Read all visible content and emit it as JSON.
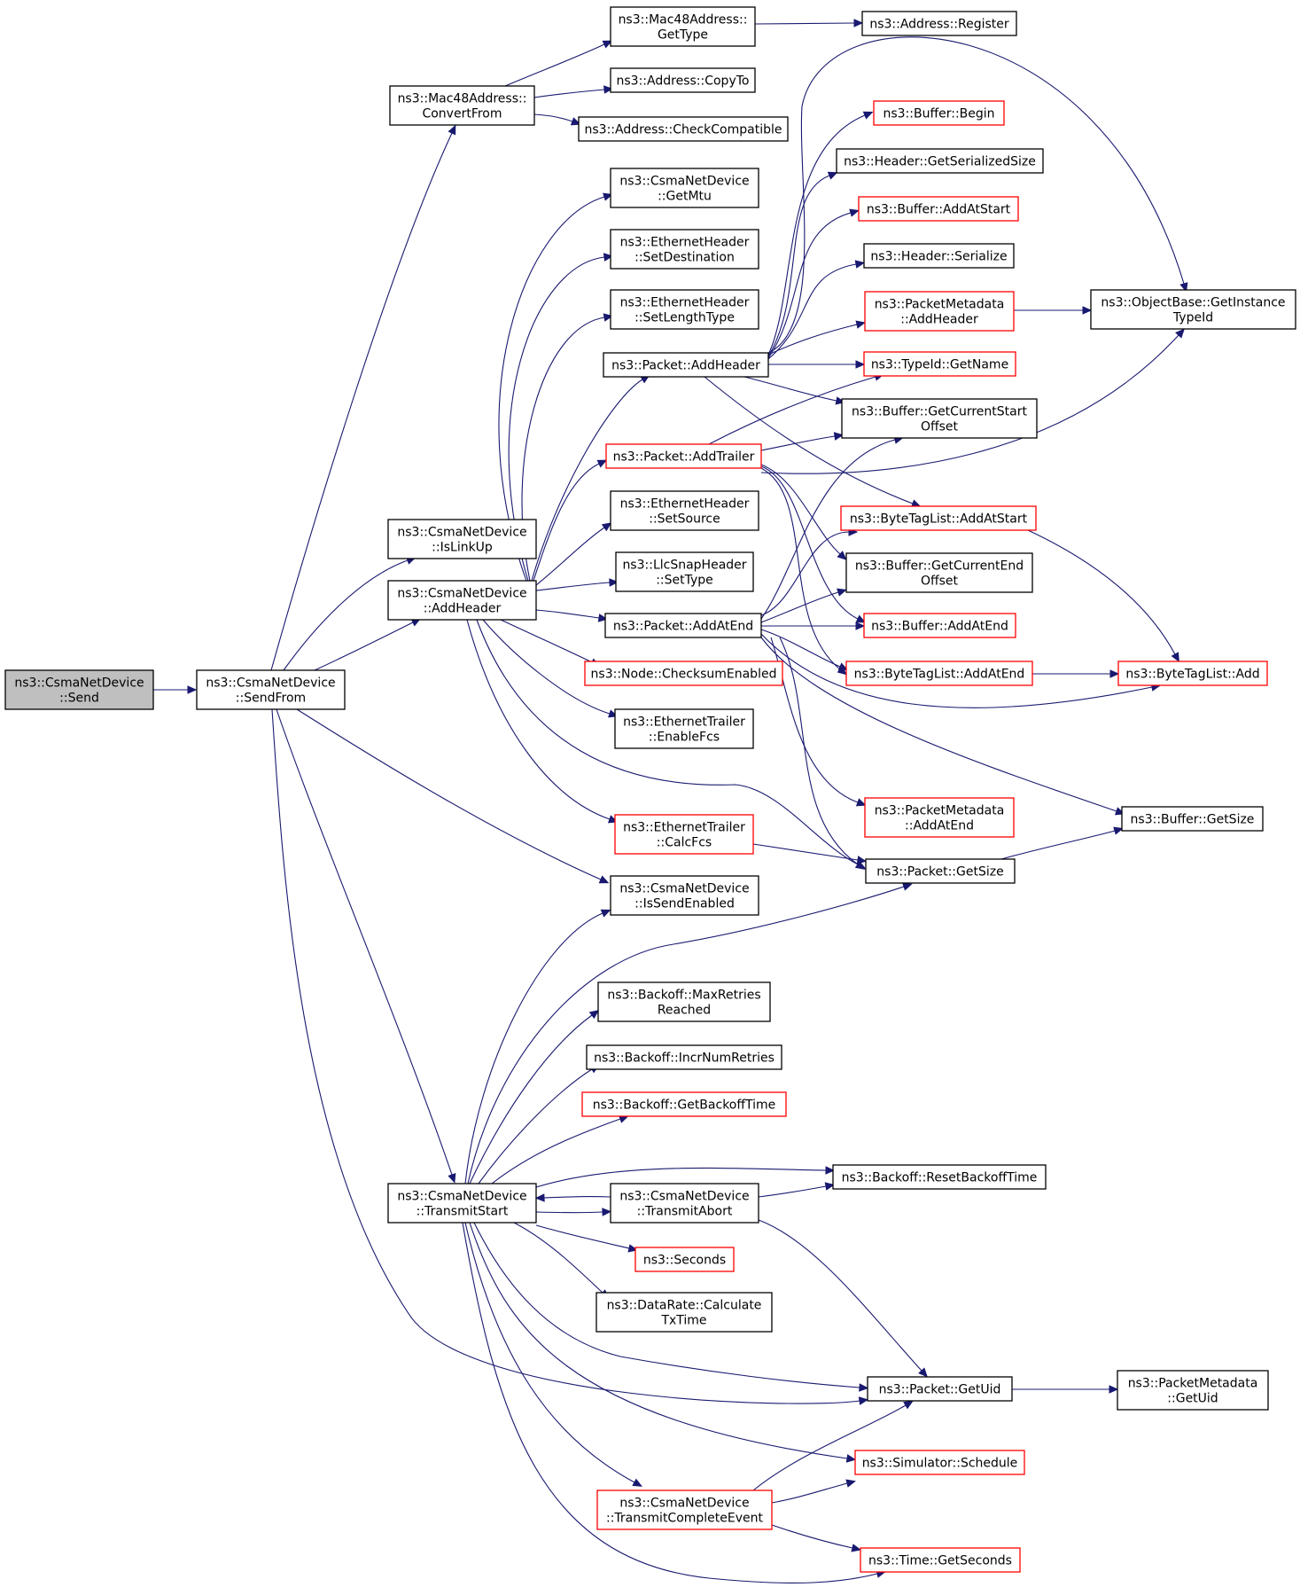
{
  "colors": {
    "edge": "#191970",
    "border_normal": "#000000",
    "border_truncated": "#ff0000",
    "fill_root": "#bfbfbf",
    "fill_normal": "#ffffff"
  },
  "nodes": [
    {
      "id": "n_send",
      "lines": [
        "ns3::CsmaNetDevice",
        "::Send"
      ],
      "style": "root"
    },
    {
      "id": "n_sendfrom",
      "lines": [
        "ns3::CsmaNetDevice",
        "::SendFrom"
      ],
      "style": "normal"
    },
    {
      "id": "n_m48convert",
      "lines": [
        "ns3::Mac48Address::",
        "ConvertFrom"
      ],
      "style": "normal"
    },
    {
      "id": "n_m48gettype",
      "lines": [
        "ns3::Mac48Address::",
        "GetType"
      ],
      "style": "normal"
    },
    {
      "id": "n_addrregister",
      "lines": [
        "ns3::Address::Register"
      ],
      "style": "normal"
    },
    {
      "id": "n_addrcopyto",
      "lines": [
        "ns3::Address::CopyTo"
      ],
      "style": "normal"
    },
    {
      "id": "n_addrcheck",
      "lines": [
        "ns3::Address::CheckCompatible"
      ],
      "style": "normal"
    },
    {
      "id": "n_getmtu",
      "lines": [
        "ns3::CsmaNetDevice",
        "::GetMtu"
      ],
      "style": "normal"
    },
    {
      "id": "n_ehsetdest",
      "lines": [
        "ns3::EthernetHeader",
        "::SetDestination"
      ],
      "style": "normal"
    },
    {
      "id": "n_ehsetlen",
      "lines": [
        "ns3::EthernetHeader",
        "::SetLengthType"
      ],
      "style": "normal"
    },
    {
      "id": "n_pktaddheader",
      "lines": [
        "ns3::Packet::AddHeader"
      ],
      "style": "normal"
    },
    {
      "id": "n_pktaddtrailer",
      "lines": [
        "ns3::Packet::AddTrailer"
      ],
      "style": "truncated"
    },
    {
      "id": "n_ehsetsource",
      "lines": [
        "ns3::EthernetHeader",
        "::SetSource"
      ],
      "style": "normal"
    },
    {
      "id": "n_llcsettype",
      "lines": [
        "ns3::LlcSnapHeader",
        "::SetType"
      ],
      "style": "normal"
    },
    {
      "id": "n_pktaddatend",
      "lines": [
        "ns3::Packet::AddAtEnd"
      ],
      "style": "normal"
    },
    {
      "id": "n_nodechecksum",
      "lines": [
        "ns3::Node::ChecksumEnabled"
      ],
      "style": "truncated"
    },
    {
      "id": "n_etenablefcs",
      "lines": [
        "ns3::EthernetTrailer",
        "::EnableFcs"
      ],
      "style": "normal"
    },
    {
      "id": "n_etcalcfcs",
      "lines": [
        "ns3::EthernetTrailer",
        "::CalcFcs"
      ],
      "style": "truncated"
    },
    {
      "id": "n_islinkup",
      "lines": [
        "ns3::CsmaNetDevice",
        "::IsLinkUp"
      ],
      "style": "normal"
    },
    {
      "id": "n_addheader",
      "lines": [
        "ns3::CsmaNetDevice",
        "::AddHeader"
      ],
      "style": "normal"
    },
    {
      "id": "n_issendenabled",
      "lines": [
        "ns3::CsmaNetDevice",
        "::IsSendEnabled"
      ],
      "style": "normal"
    },
    {
      "id": "n_bufbegin",
      "lines": [
        "ns3::Buffer::Begin"
      ],
      "style": "truncated"
    },
    {
      "id": "n_hdrgetsersize",
      "lines": [
        "ns3::Header::GetSerializedSize"
      ],
      "style": "normal"
    },
    {
      "id": "n_bufaddatstart",
      "lines": [
        "ns3::Buffer::AddAtStart"
      ],
      "style": "truncated"
    },
    {
      "id": "n_hdrserialize",
      "lines": [
        "ns3::Header::Serialize"
      ],
      "style": "normal"
    },
    {
      "id": "n_pmaddheader",
      "lines": [
        "ns3::PacketMetadata",
        "::AddHeader"
      ],
      "style": "truncated"
    },
    {
      "id": "n_typeidgetname",
      "lines": [
        "ns3::TypeId::GetName"
      ],
      "style": "truncated"
    },
    {
      "id": "n_bufgetcurstart",
      "lines": [
        "ns3::Buffer::GetCurrentStart",
        "Offset"
      ],
      "style": "normal"
    },
    {
      "id": "n_btladdatstart",
      "lines": [
        "ns3::ByteTagList::AddAtStart"
      ],
      "style": "truncated"
    },
    {
      "id": "n_bufgetcurend",
      "lines": [
        "ns3::Buffer::GetCurrentEnd",
        "Offset"
      ],
      "style": "normal"
    },
    {
      "id": "n_bufaddatend",
      "lines": [
        "ns3::Buffer::AddAtEnd"
      ],
      "style": "truncated"
    },
    {
      "id": "n_btladdatend",
      "lines": [
        "ns3::ByteTagList::AddAtEnd"
      ],
      "style": "truncated"
    },
    {
      "id": "n_pmaddatend",
      "lines": [
        "ns3::PacketMetadata",
        "::AddAtEnd"
      ],
      "style": "truncated"
    },
    {
      "id": "n_pktgetsize",
      "lines": [
        "ns3::Packet::GetSize"
      ],
      "style": "normal"
    },
    {
      "id": "n_objgetinst",
      "lines": [
        "ns3::ObjectBase::GetInstance",
        "TypeId"
      ],
      "style": "normal"
    },
    {
      "id": "n_btladd",
      "lines": [
        "ns3::ByteTagList::Add"
      ],
      "style": "truncated"
    },
    {
      "id": "n_bufgetsize",
      "lines": [
        "ns3::Buffer::GetSize"
      ],
      "style": "normal"
    },
    {
      "id": "n_bomaxretries",
      "lines": [
        "ns3::Backoff::MaxRetries",
        "Reached"
      ],
      "style": "normal"
    },
    {
      "id": "n_boincr",
      "lines": [
        "ns3::Backoff::IncrNumRetries"
      ],
      "style": "normal"
    },
    {
      "id": "n_bogetbackoff",
      "lines": [
        "ns3::Backoff::GetBackoffTime"
      ],
      "style": "truncated"
    },
    {
      "id": "n_transmitstart",
      "lines": [
        "ns3::CsmaNetDevice",
        "::TransmitStart"
      ],
      "style": "normal"
    },
    {
      "id": "n_transmitabort",
      "lines": [
        "ns3::CsmaNetDevice",
        "::TransmitAbort"
      ],
      "style": "normal"
    },
    {
      "id": "n_boreset",
      "lines": [
        "ns3::Backoff::ResetBackoffTime"
      ],
      "style": "normal"
    },
    {
      "id": "n_seconds",
      "lines": [
        "ns3::Seconds"
      ],
      "style": "truncated"
    },
    {
      "id": "n_drcalc",
      "lines": [
        "ns3::DataRate::Calculate",
        "TxTime"
      ],
      "style": "normal"
    },
    {
      "id": "n_pktgetuid",
      "lines": [
        "ns3::Packet::GetUid"
      ],
      "style": "normal"
    },
    {
      "id": "n_pmgetuid",
      "lines": [
        "ns3::PacketMetadata",
        "::GetUid"
      ],
      "style": "normal"
    },
    {
      "id": "n_simschedule",
      "lines": [
        "ns3::Simulator::Schedule"
      ],
      "style": "truncated"
    },
    {
      "id": "n_tce",
      "lines": [
        "ns3::CsmaNetDevice",
        "::TransmitCompleteEvent"
      ],
      "style": "truncated"
    },
    {
      "id": "n_timegetsec",
      "lines": [
        "ns3::Time::GetSeconds"
      ],
      "style": "truncated"
    }
  ],
  "edges": [
    {
      "from": "n_send",
      "to": "n_sendfrom"
    },
    {
      "from": "n_sendfrom",
      "to": "n_m48convert"
    },
    {
      "from": "n_sendfrom",
      "to": "n_islinkup"
    },
    {
      "from": "n_sendfrom",
      "to": "n_addheader"
    },
    {
      "from": "n_sendfrom",
      "to": "n_issendenabled"
    },
    {
      "from": "n_sendfrom",
      "to": "n_transmitstart"
    },
    {
      "from": "n_sendfrom",
      "to": "n_pktgetuid"
    },
    {
      "from": "n_m48convert",
      "to": "n_m48gettype"
    },
    {
      "from": "n_m48convert",
      "to": "n_addrcopyto"
    },
    {
      "from": "n_m48convert",
      "to": "n_addrcheck"
    },
    {
      "from": "n_m48gettype",
      "to": "n_addrregister"
    },
    {
      "from": "n_addheader",
      "to": "n_getmtu"
    },
    {
      "from": "n_addheader",
      "to": "n_ehsetdest"
    },
    {
      "from": "n_addheader",
      "to": "n_ehsetlen"
    },
    {
      "from": "n_addheader",
      "to": "n_pktaddheader"
    },
    {
      "from": "n_addheader",
      "to": "n_pktaddtrailer"
    },
    {
      "from": "n_addheader",
      "to": "n_ehsetsource"
    },
    {
      "from": "n_addheader",
      "to": "n_llcsettype"
    },
    {
      "from": "n_addheader",
      "to": "n_pktaddatend"
    },
    {
      "from": "n_addheader",
      "to": "n_nodechecksum"
    },
    {
      "from": "n_addheader",
      "to": "n_etenablefcs"
    },
    {
      "from": "n_addheader",
      "to": "n_etcalcfcs"
    },
    {
      "from": "n_addheader",
      "to": "n_pktgetsize"
    },
    {
      "from": "n_pktaddheader",
      "to": "n_bufbegin"
    },
    {
      "from": "n_pktaddheader",
      "to": "n_hdrgetsersize"
    },
    {
      "from": "n_pktaddheader",
      "to": "n_bufaddatstart"
    },
    {
      "from": "n_pktaddheader",
      "to": "n_hdrserialize"
    },
    {
      "from": "n_pktaddheader",
      "to": "n_pmaddheader"
    },
    {
      "from": "n_pktaddheader",
      "to": "n_typeidgetname"
    },
    {
      "from": "n_pktaddheader",
      "to": "n_bufgetcurstart"
    },
    {
      "from": "n_pktaddheader",
      "to": "n_btladdatstart"
    },
    {
      "from": "n_pktaddheader",
      "to": "n_objgetinst"
    },
    {
      "from": "n_pmaddheader",
      "to": "n_objgetinst"
    },
    {
      "from": "n_pktaddtrailer",
      "to": "n_typeidgetname"
    },
    {
      "from": "n_pktaddtrailer",
      "to": "n_bufgetcurstart"
    },
    {
      "from": "n_pktaddtrailer",
      "to": "n_objgetinst"
    },
    {
      "from": "n_pktaddtrailer",
      "to": "n_bufgetcurend"
    },
    {
      "from": "n_pktaddtrailer",
      "to": "n_bufaddatend"
    },
    {
      "from": "n_pktaddtrailer",
      "to": "n_btladdatend"
    },
    {
      "from": "n_pktaddatend",
      "to": "n_bufgetcurstart"
    },
    {
      "from": "n_pktaddatend",
      "to": "n_btladdatstart"
    },
    {
      "from": "n_pktaddatend",
      "to": "n_bufgetcurend"
    },
    {
      "from": "n_pktaddatend",
      "to": "n_bufaddatend"
    },
    {
      "from": "n_pktaddatend",
      "to": "n_btladdatend"
    },
    {
      "from": "n_pktaddatend",
      "to": "n_btladd"
    },
    {
      "from": "n_pktaddatend",
      "to": "n_pmaddatend"
    },
    {
      "from": "n_pktaddatend",
      "to": "n_bufgetsize"
    },
    {
      "from": "n_pktaddatend",
      "to": "n_pktgetsize"
    },
    {
      "from": "n_btladdatstart",
      "to": "n_btladd"
    },
    {
      "from": "n_btladdatend",
      "to": "n_btladd"
    },
    {
      "from": "n_etcalcfcs",
      "to": "n_pktgetsize"
    },
    {
      "from": "n_pktgetsize",
      "to": "n_bufgetsize"
    },
    {
      "from": "n_transmitstart",
      "to": "n_issendenabled"
    },
    {
      "from": "n_transmitstart",
      "to": "n_pktgetsize"
    },
    {
      "from": "n_transmitstart",
      "to": "n_bomaxretries"
    },
    {
      "from": "n_transmitstart",
      "to": "n_boincr"
    },
    {
      "from": "n_transmitstart",
      "to": "n_bogetbackoff"
    },
    {
      "from": "n_transmitstart",
      "to": "n_boreset"
    },
    {
      "from": "n_transmitstart",
      "to": "n_transmitabort"
    },
    {
      "from": "n_transmitabort",
      "to": "n_transmitstart"
    },
    {
      "from": "n_transmitabort",
      "to": "n_boreset"
    },
    {
      "from": "n_transmitabort",
      "to": "n_pktgetuid"
    },
    {
      "from": "n_transmitstart",
      "to": "n_seconds"
    },
    {
      "from": "n_transmitstart",
      "to": "n_drcalc"
    },
    {
      "from": "n_transmitstart",
      "to": "n_pktgetuid"
    },
    {
      "from": "n_transmitstart",
      "to": "n_simschedule"
    },
    {
      "from": "n_transmitstart",
      "to": "n_tce"
    },
    {
      "from": "n_transmitstart",
      "to": "n_timegetsec"
    },
    {
      "from": "n_tce",
      "to": "n_pktgetuid"
    },
    {
      "from": "n_tce",
      "to": "n_simschedule"
    },
    {
      "from": "n_tce",
      "to": "n_timegetsec"
    },
    {
      "from": "n_pktgetuid",
      "to": "n_pmgetuid"
    }
  ]
}
